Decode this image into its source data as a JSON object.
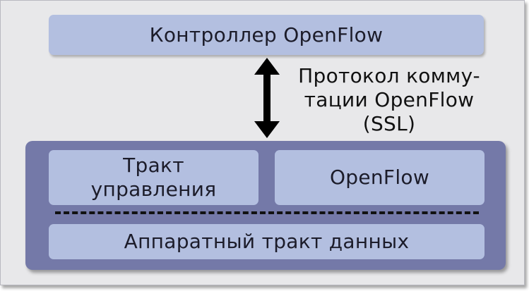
{
  "diagram": {
    "controller": {
      "label": "Контроллер OpenFlow"
    },
    "protocol": {
      "lines": [
        "Протокол комму-",
        "тации OpenFlow",
        "(SSL)"
      ]
    },
    "switch": {
      "secure_channel": {
        "lines": [
          "Тракт",
          "управления"
        ]
      },
      "flow_table": {
        "label": "OpenFlow"
      },
      "datapath": {
        "label": "Аппаратный тракт данных"
      }
    },
    "colors": {
      "box_fill": "#b3bfe0",
      "switch_fill": "#7479a8",
      "frame_background": "#e8e8ea",
      "arrow": "#000000"
    }
  }
}
